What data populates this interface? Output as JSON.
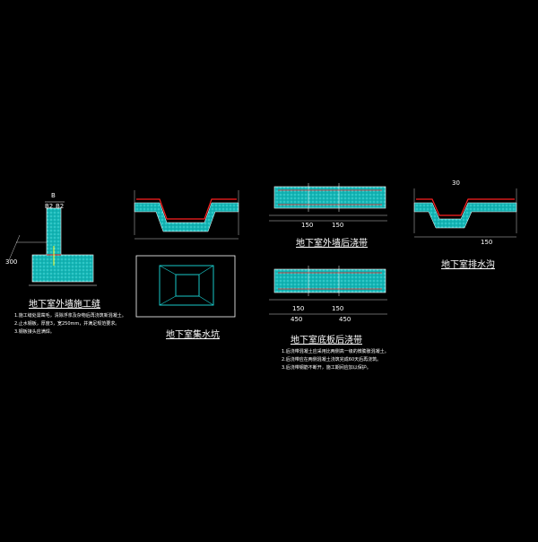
{
  "colors": {
    "background": "#000000",
    "concrete": "#19c8c8",
    "rebar": "#ff2020",
    "line": "#ffffff",
    "waterproof": "#ffff30"
  },
  "details": {
    "wall_joint": {
      "title": "地下室外墙施工缝",
      "dims": [
        "B",
        "B2",
        "B2",
        "300"
      ],
      "notes": [
        "1.施工缝处需凿毛，清除浮浆及杂物后再浇筑新混凝土。",
        "2.止水钢板，厚度3，宽250mm，并满足规范要求。",
        "3.钢板接头应满焊。"
      ]
    },
    "sump": {
      "title": "地下室集水坑"
    },
    "wall_pour_strip": {
      "title": "地下室外墙后浇带",
      "dims": [
        "150",
        "150"
      ]
    },
    "floor_pour_strip": {
      "title": "地下室底板后浇带",
      "dims": [
        "150",
        "450",
        "150",
        "450"
      ],
      "notes": [
        "1.后浇带混凝土应采用比两侧高一级的微膨胀混凝土。",
        "2.后浇带应在两侧混凝土浇筑完成60天后再浇筑。",
        "3.后浇带钢筋不断开，施工期间应加以保护。"
      ]
    },
    "trench": {
      "title": "地下室排水沟",
      "dims": [
        "30",
        "150"
      ]
    }
  }
}
